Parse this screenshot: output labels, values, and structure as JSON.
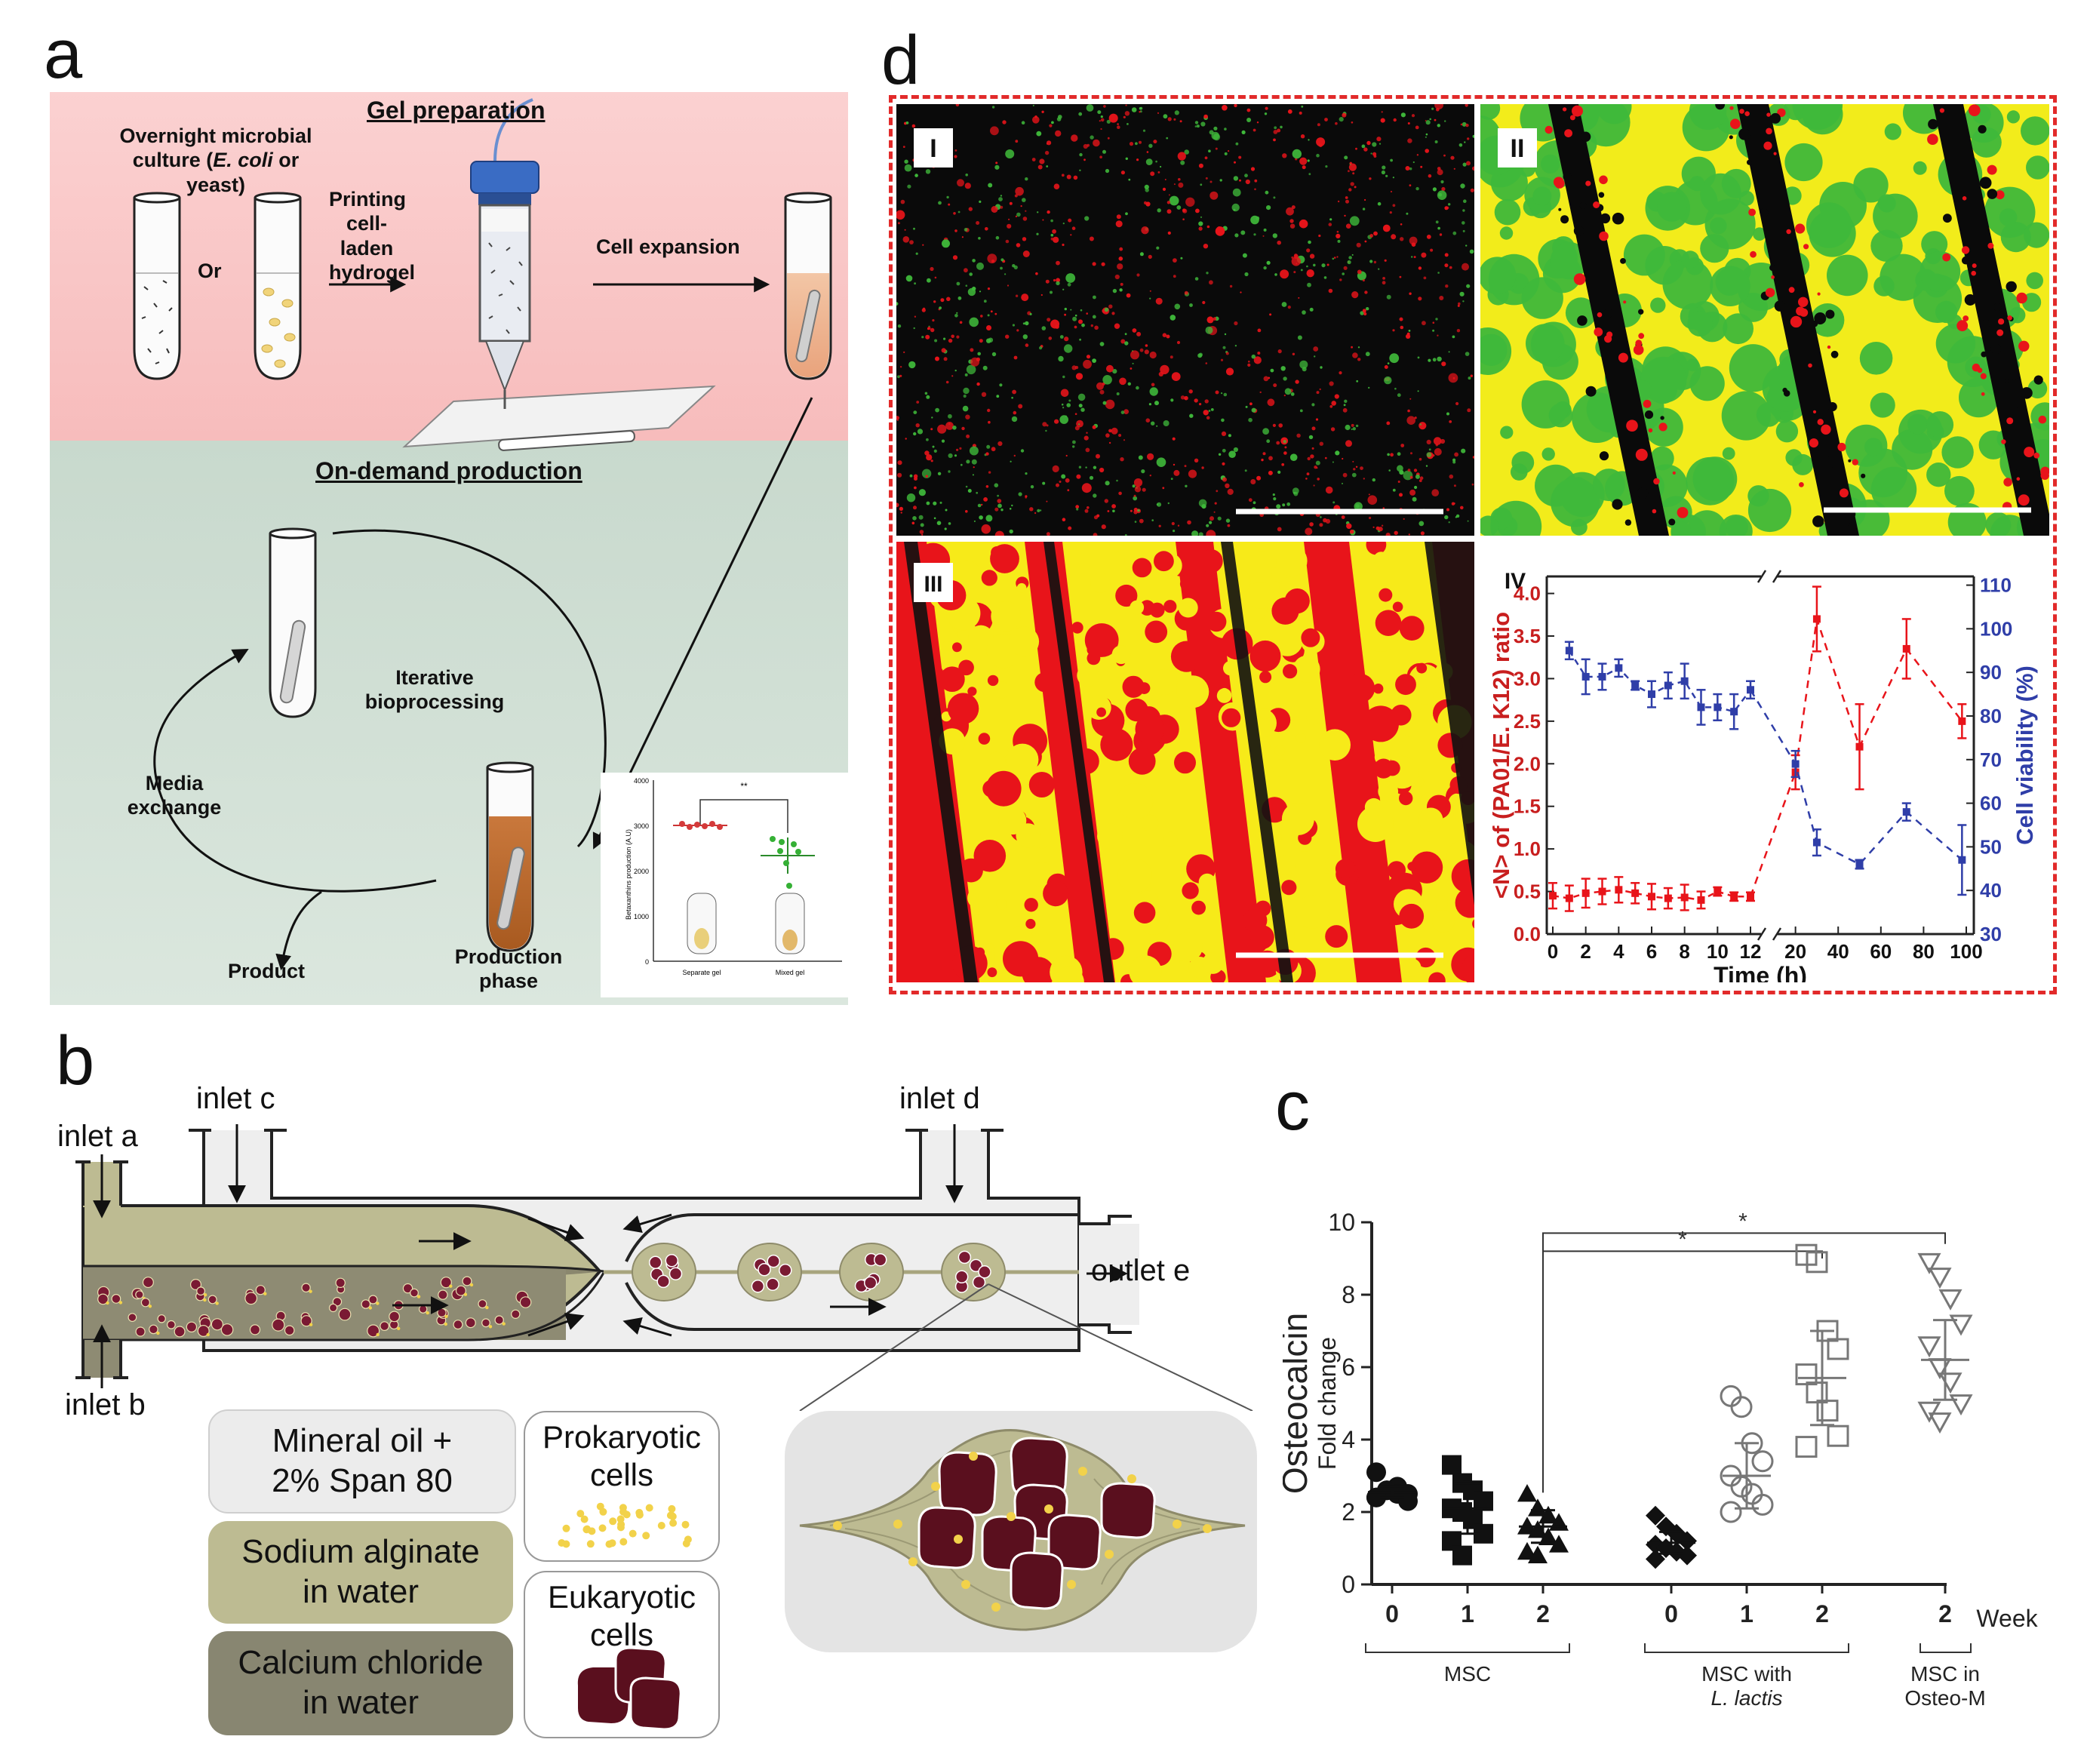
{
  "panel_labels": {
    "a": "a",
    "b": "b",
    "c": "c",
    "d": "d"
  },
  "panel_a": {
    "gel_preparation": "Gel preparation",
    "overnight_line1": "Overnight microbial",
    "overnight_line2_pre": "culture (",
    "overnight_line2_ital": "E. coli",
    "overnight_line2_post": " or yeast)",
    "or": "Or",
    "printing_line1": "Printing",
    "printing_line2": "cell-laden",
    "printing_line3": "hydrogel",
    "cell_expansion": "Cell expansion",
    "on_demand": "On-demand production",
    "iterative_line1": "Iterative",
    "iterative_line2": "bioprocessing",
    "media_line1": "Media",
    "media_line2": "exchange",
    "product": "Product",
    "production_line1": "Production",
    "production_line2": "phase",
    "inset": {
      "sig": "**",
      "ylabel": "Betaxanthins production (A.U)",
      "yticks": [
        "4000",
        "3000",
        "2000",
        "1000",
        "0"
      ],
      "categories": [
        "Separate gel",
        "Mixed gel"
      ]
    }
  },
  "panel_b": {
    "inlet_a": "inlet a",
    "inlet_b": "inlet b",
    "inlet_c": "inlet c",
    "inlet_d": "inlet d",
    "outlet_e": "outlet e",
    "mineral_line1": "Mineral oil +",
    "mineral_line2": "2% Span 80",
    "alginate_line1": "Sodium alginate",
    "alginate_line2": "in water",
    "calcium_line1": "Calcium chloride",
    "calcium_line2": "in water",
    "prok_line1": "Prokaryotic",
    "prok_line2": "cells",
    "euk_line1": "Eukaryotic",
    "euk_line2": "cells"
  },
  "panel_d": {
    "roman": [
      "I",
      "II",
      "III",
      "IV"
    ],
    "colors": {
      "red": "#e8141a",
      "green": "#3fb83a",
      "yellow": "#f4ee1c",
      "black": "#0a0a0a"
    },
    "chart_data": {
      "type": "line",
      "xlabel": "Time (h)",
      "ylabel_left": "<N> of (PA01/E. K12) ratio",
      "ylabel_right": "Cell viability (%)",
      "x_ticks_left": [
        "0",
        "2",
        "4",
        "6",
        "8",
        "10",
        "12"
      ],
      "x_ticks_right": [
        "20",
        "40",
        "60",
        "80",
        "100"
      ],
      "y_ticks_left": [
        "0.0",
        "0.5",
        "1.0",
        "1.5",
        "2.0",
        "2.5",
        "3.0",
        "3.5",
        "4.0"
      ],
      "y_ticks_right": [
        "30",
        "40",
        "50",
        "60",
        "70",
        "80",
        "90",
        "100",
        "110"
      ],
      "ylim_left": [
        0,
        4.2
      ],
      "ylim_right": [
        30,
        112
      ],
      "axis_break": "//",
      "series": [
        {
          "axis": "left",
          "color": "#e8141a",
          "points": [
            {
              "x": 0,
              "y": 0.45,
              "err": 0.15
            },
            {
              "x": 1,
              "y": 0.42,
              "err": 0.15
            },
            {
              "x": 2,
              "y": 0.48,
              "err": 0.17
            },
            {
              "x": 3,
              "y": 0.5,
              "err": 0.15
            },
            {
              "x": 4,
              "y": 0.52,
              "err": 0.15
            },
            {
              "x": 5,
              "y": 0.48,
              "err": 0.12
            },
            {
              "x": 6,
              "y": 0.44,
              "err": 0.15
            },
            {
              "x": 7,
              "y": 0.42,
              "err": 0.12
            },
            {
              "x": 8,
              "y": 0.43,
              "err": 0.15
            },
            {
              "x": 9,
              "y": 0.4,
              "err": 0.1
            },
            {
              "x": 10,
              "y": 0.5,
              "err": 0.05
            },
            {
              "x": 11,
              "y": 0.44,
              "err": 0.05
            },
            {
              "x": 12,
              "y": 0.44,
              "err": 0.05
            },
            {
              "x": 20,
              "y": 1.9,
              "err": 0.2
            },
            {
              "x": 30,
              "y": 3.7,
              "err": 0.38
            },
            {
              "x": 50,
              "y": 2.2,
              "err": 0.5
            },
            {
              "x": 72,
              "y": 3.35,
              "err": 0.35
            },
            {
              "x": 98,
              "y": 2.5,
              "err": 0.2
            }
          ]
        },
        {
          "axis": "right",
          "color": "#2f3ea8",
          "points": [
            {
              "x": 1,
              "y": 95,
              "err": 2
            },
            {
              "x": 2,
              "y": 89,
              "err": 4
            },
            {
              "x": 3,
              "y": 89,
              "err": 3
            },
            {
              "x": 4,
              "y": 91,
              "err": 2
            },
            {
              "x": 5,
              "y": 87,
              "err": 1
            },
            {
              "x": 6,
              "y": 85,
              "err": 3
            },
            {
              "x": 7,
              "y": 87,
              "err": 3
            },
            {
              "x": 8,
              "y": 88,
              "err": 4
            },
            {
              "x": 9,
              "y": 82,
              "err": 4
            },
            {
              "x": 10,
              "y": 82,
              "err": 3
            },
            {
              "x": 11,
              "y": 81,
              "err": 4
            },
            {
              "x": 12,
              "y": 86,
              "err": 2
            },
            {
              "x": 20,
              "y": 69,
              "err": 3
            },
            {
              "x": 30,
              "y": 51,
              "err": 3
            },
            {
              "x": 50,
              "y": 46,
              "err": 1
            },
            {
              "x": 72,
              "y": 58,
              "err": 2
            },
            {
              "x": 98,
              "y": 47,
              "err": 8
            }
          ]
        }
      ]
    }
  },
  "panel_c": {
    "chart_data": {
      "type": "scatter",
      "ylabel": "Osteocalcin",
      "ylabel_sub": "Fold change",
      "ylim": [
        0,
        10
      ],
      "y_ticks": [
        "0",
        "2",
        "4",
        "6",
        "8",
        "10"
      ],
      "x_ticks": [
        "0",
        "1",
        "2",
        "0",
        "1",
        "2",
        "2"
      ],
      "week_label": "Week",
      "groups": [
        {
          "name": "MSC",
          "weeks": [
            0,
            1,
            2
          ]
        },
        {
          "name_line1": "MSC with",
          "name_line2": "L. lactis",
          "weeks": [
            0,
            1,
            2
          ]
        },
        {
          "name_line1": "MSC in",
          "name_line2": "Osteo-M",
          "weeks": [
            2
          ]
        }
      ],
      "significance": [
        "*",
        "*"
      ],
      "series": [
        {
          "slot": 0,
          "marker": "circle-filled",
          "values": [
            3.1,
            2.6,
            2.7,
            2.5,
            2.4,
            2.6,
            2.5,
            2.3,
            2.4
          ],
          "mean": 2.55,
          "sd": 0.15
        },
        {
          "slot": 1,
          "marker": "square-filled",
          "values": [
            3.3,
            2.8,
            2.6,
            2.3,
            2.1,
            2.0,
            1.8,
            1.4,
            1.2,
            0.8
          ],
          "mean": 2.1,
          "sd": 0.7
        },
        {
          "slot": 2,
          "marker": "triangle-filled",
          "values": [
            2.5,
            2.1,
            1.9,
            1.7,
            1.6,
            1.5,
            1.3,
            1.1,
            0.9,
            0.8
          ],
          "mean": 1.6,
          "sd": 0.45
        },
        {
          "slot": 3,
          "marker": "diamond-filled",
          "values": [
            1.9,
            1.6,
            1.4,
            1.2,
            1.1,
            1.0,
            0.9,
            0.8,
            0.7
          ],
          "mean": 1.15,
          "sd": 0.3
        },
        {
          "slot": 4,
          "marker": "circle-open",
          "values": [
            5.2,
            4.9,
            3.9,
            3.4,
            3.0,
            2.7,
            2.5,
            2.2,
            2.0
          ],
          "mean": 3.0,
          "sd": 0.9
        },
        {
          "slot": 5,
          "marker": "square-open",
          "values": [
            9.1,
            8.9,
            7.0,
            6.5,
            5.8,
            5.3,
            4.8,
            4.1,
            3.8
          ],
          "mean": 5.7,
          "sd": 1.3
        },
        {
          "slot": 6,
          "marker": "triangle-open",
          "values": [
            8.9,
            8.5,
            7.9,
            7.2,
            6.6,
            6.0,
            5.6,
            5.0,
            4.8,
            4.5
          ],
          "mean": 6.2,
          "sd": 1.1
        }
      ]
    }
  }
}
